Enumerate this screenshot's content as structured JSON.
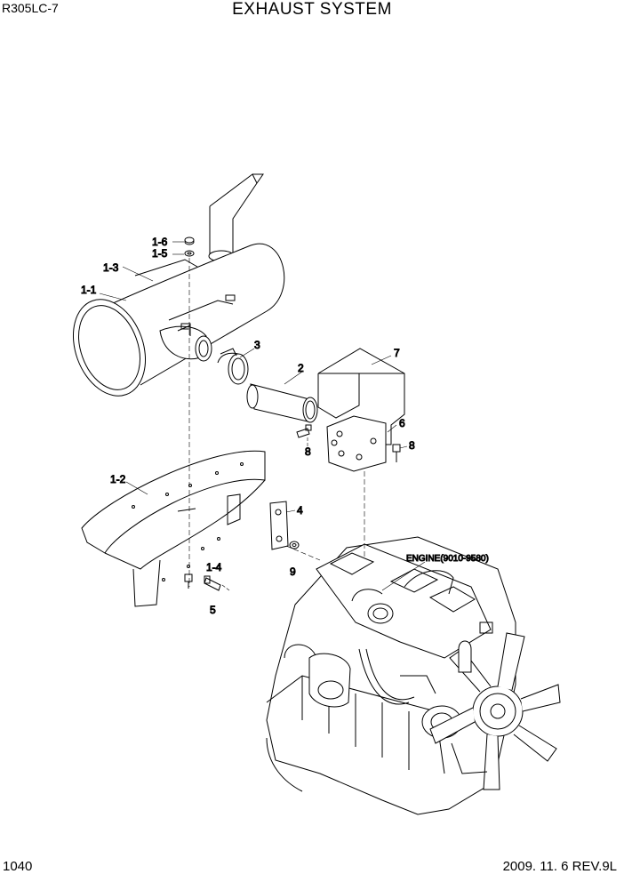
{
  "header": {
    "model": "R305LC-7",
    "title": "EXHAUST SYSTEM"
  },
  "footer": {
    "page": "1040",
    "revision": "2009. 11. 6  REV.9L"
  },
  "callouts": {
    "c1_6": "1-6",
    "c1_5": "1-5",
    "c1_3": "1-3",
    "c1_1": "1-1",
    "c3": "3",
    "c2": "2",
    "c7": "7",
    "c6": "6",
    "c8a": "8",
    "c8b": "8",
    "c1_2": "1-2",
    "c4": "4",
    "c9": "9",
    "c1_4": "1-4",
    "c5": "5",
    "engine": "ENGINE(9010-9580)"
  }
}
